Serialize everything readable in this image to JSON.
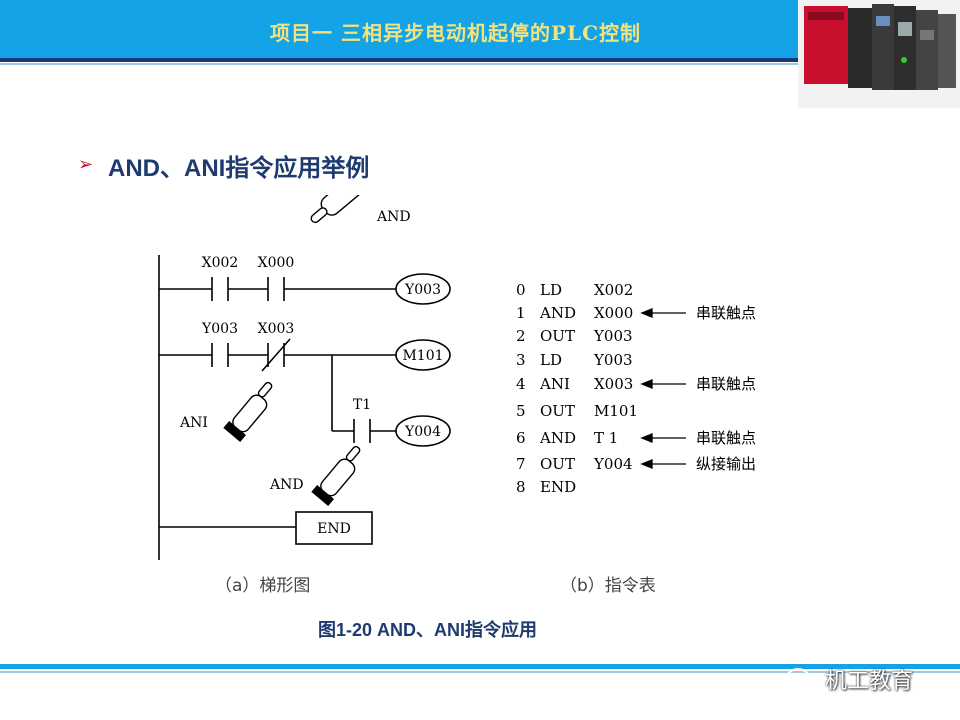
{
  "header": {
    "title": "项目一  三相异步电动机起停的PLC控制"
  },
  "section": {
    "heading": "AND、ANI指令应用举例"
  },
  "ladder": {
    "contacts": [
      "X002",
      "X000",
      "Y003",
      "X003",
      "T1"
    ],
    "outputs": [
      "Y003",
      "M101",
      "Y004"
    ],
    "end_label": "END",
    "pointer_labels": [
      "AND",
      "ANI",
      "AND"
    ]
  },
  "instruction_list": {
    "rows": [
      {
        "step": "0",
        "op": "LD",
        "operand": "X002",
        "note": ""
      },
      {
        "step": "1",
        "op": "AND",
        "operand": "X000",
        "note": "串联触点"
      },
      {
        "step": "2",
        "op": "OUT",
        "operand": "Y003",
        "note": ""
      },
      {
        "step": "3",
        "op": "LD",
        "operand": "Y003",
        "note": ""
      },
      {
        "step": "4",
        "op": "ANI",
        "operand": "X003",
        "note": "串联触点"
      },
      {
        "step": "5",
        "op": "OUT",
        "operand": "M101",
        "note": ""
      },
      {
        "step": "6",
        "op": "AND",
        "operand": "T  1",
        "note": "串联触点"
      },
      {
        "step": "7",
        "op": "OUT",
        "operand": "Y004",
        "note": "纵接输出"
      },
      {
        "step": "8",
        "op": "END",
        "operand": "",
        "note": ""
      }
    ]
  },
  "captions": {
    "a": "（a）梯形图",
    "b": "（b）指令表",
    "figure": "图1-20    AND、ANI指令应用"
  },
  "watermark": {
    "text": "机工教育"
  }
}
